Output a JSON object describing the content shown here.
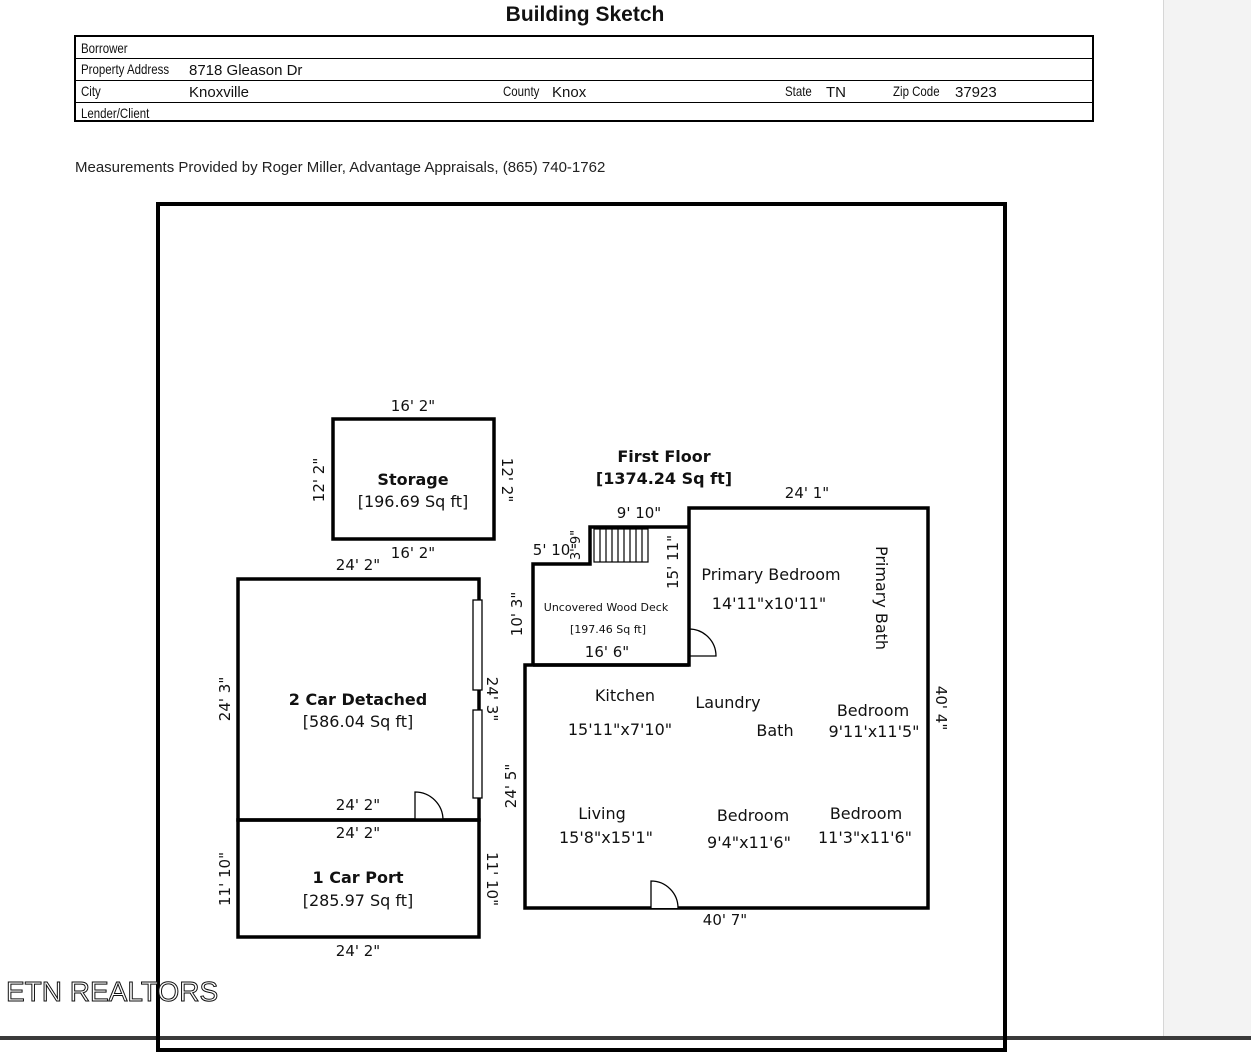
{
  "title": "Building Sketch",
  "info": {
    "borrower_label": "Borrower",
    "property_address_label": "Property Address",
    "property_address": "8718 Gleason Dr",
    "city_label": "City",
    "city": "Knoxville",
    "county_label": "County",
    "county": "Knox",
    "state_label": "State",
    "state": "TN",
    "zip_label": "Zip Code",
    "zip": "37923",
    "lender_label": "Lender/Client"
  },
  "credit": "Measurements Provided by Roger Miller, Advantage Appraisals, (865) 740-1762",
  "watermark": "ETN REALTORS",
  "sketch": {
    "storage": {
      "name": "Storage",
      "area": "[196.69 Sq ft]",
      "dim_top": "16' 2\"",
      "dim_bottom": "16' 2\"",
      "dim_left": "12' 2\"",
      "dim_right": "12' 2\""
    },
    "garage": {
      "name": "2 Car Detached",
      "area": "[586.04 Sq ft]",
      "dim_top": "24' 2\"",
      "dim_bottom": "24' 2\"",
      "dim_left": "24' 3\"",
      "dim_right": "24' 3\""
    },
    "carport": {
      "name": "1 Car Port",
      "area": "[285.97 Sq ft]",
      "dim_top": "24' 2\"",
      "dim_bottom": "24' 2\"",
      "dim_left": "11' 10\"",
      "dim_right": "11' 10\""
    },
    "first_floor": {
      "name": "First Floor",
      "area": "[1374.24 Sq ft]",
      "dim_top": "24' 1\"",
      "dim_right": "40' 4\"",
      "dim_bottom": "40' 7\"",
      "dim_left": "24' 5\"",
      "dim_stair_top": "9' 10\"",
      "dim_stair_side": "15' 11\"",
      "dim_stair_small": "3' 9\""
    },
    "deck": {
      "name": "Uncovered Wood Deck",
      "area": "[197.46 Sq ft]",
      "dim_top": "5' 10\"",
      "dim_left": "10' 3\"",
      "dim_bottom": "16' 6\""
    },
    "rooms": {
      "primary_bedroom": "Primary Bedroom",
      "primary_bedroom_size": "14'11\"x10'11\"",
      "primary_bath": "Primary Bath",
      "kitchen": "Kitchen",
      "kitchen_size": "15'11\"x7'10\"",
      "laundry": "Laundry",
      "bath": "Bath",
      "bedroom_a": "Bedroom",
      "bedroom_a_size": "9'11'x11'5\"",
      "living": "Living",
      "living_size": "15'8\"x15'1\"",
      "bedroom_b": "Bedroom",
      "bedroom_b_size": "9'4\"x11'6\"",
      "bedroom_c": "Bedroom",
      "bedroom_c_size": "11'3\"x11'6\""
    }
  }
}
